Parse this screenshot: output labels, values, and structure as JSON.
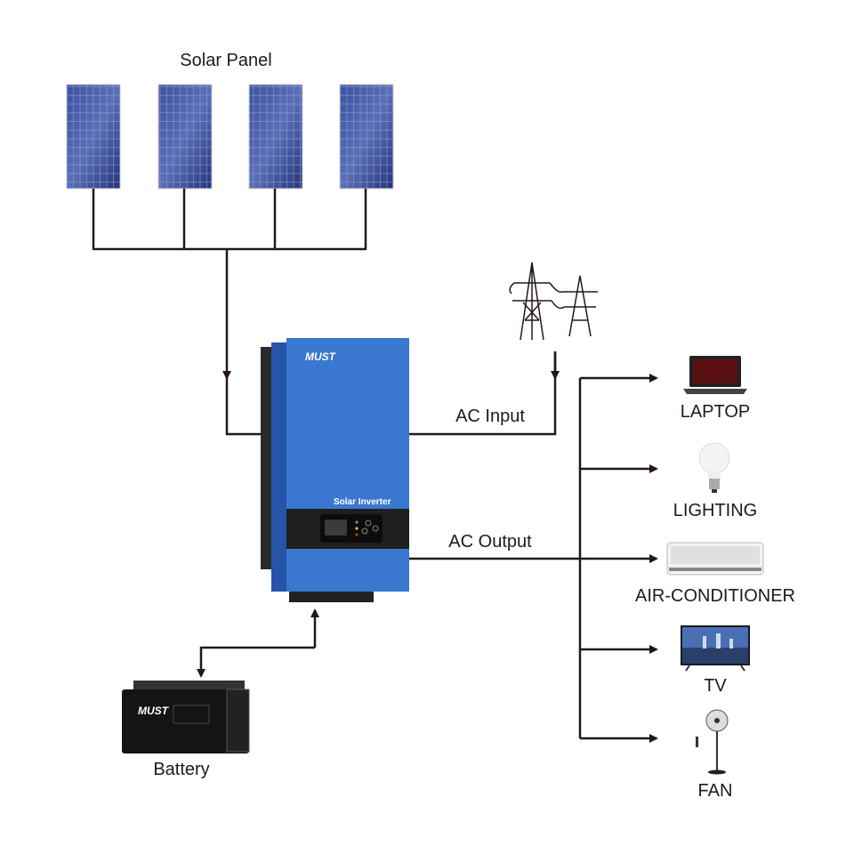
{
  "labels": {
    "solar_panel": "Solar Panel",
    "ac_input": "AC Input",
    "ac_output": "AC Output",
    "battery": "Battery",
    "laptop": "LAPTOP",
    "lighting": "LIGHTING",
    "air_conditioner": "AIR-CONDITIONER",
    "tv": "TV",
    "fan": "FAN"
  },
  "inverter": {
    "brand": "MUST",
    "model_text": "Solar Inverter"
  },
  "battery_brand": "MUST",
  "colors": {
    "line": "#231815",
    "inverter_blue": "#2f6fc9",
    "panel_blue": "#2c3f86"
  }
}
